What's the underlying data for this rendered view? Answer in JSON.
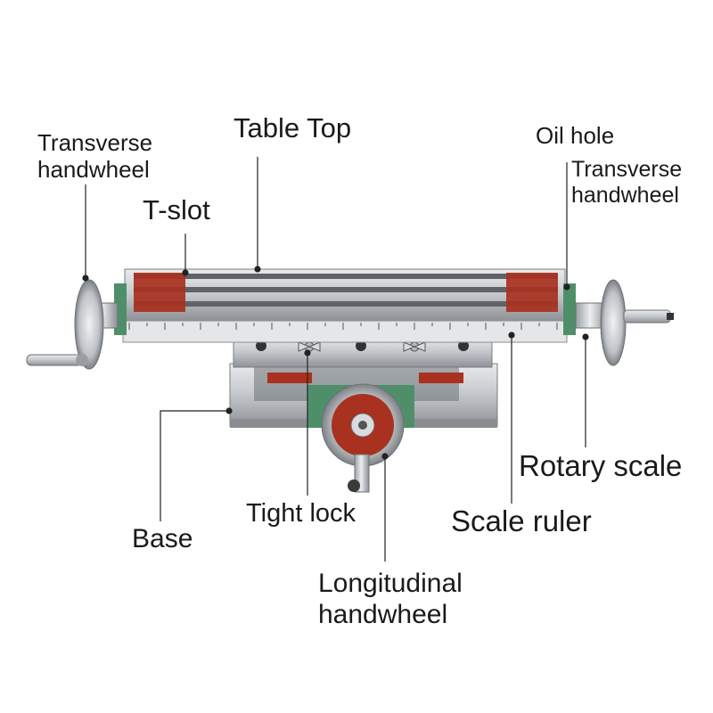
{
  "labels": {
    "table_top": "Table Top",
    "transverse_handwheel_left": "Transverse\nhandwheel",
    "t_slot": "T-slot",
    "oil_hole": "Oil hole",
    "transverse_handwheel_right": "Transverse\nhandwheel",
    "rotary_scale": "Rotary scale",
    "tight_lock": "Tight lock",
    "scale_ruler": "Scale ruler",
    "base": "Base",
    "longitudinal_handwheel": "Longitudinal\nhandwheel"
  },
  "colors": {
    "steel": "#c8cbcf",
    "steel_dark": "#8e9296",
    "rust_red": "#a8311f",
    "green_gib": "#4e8f6a",
    "leader": "#222222"
  }
}
